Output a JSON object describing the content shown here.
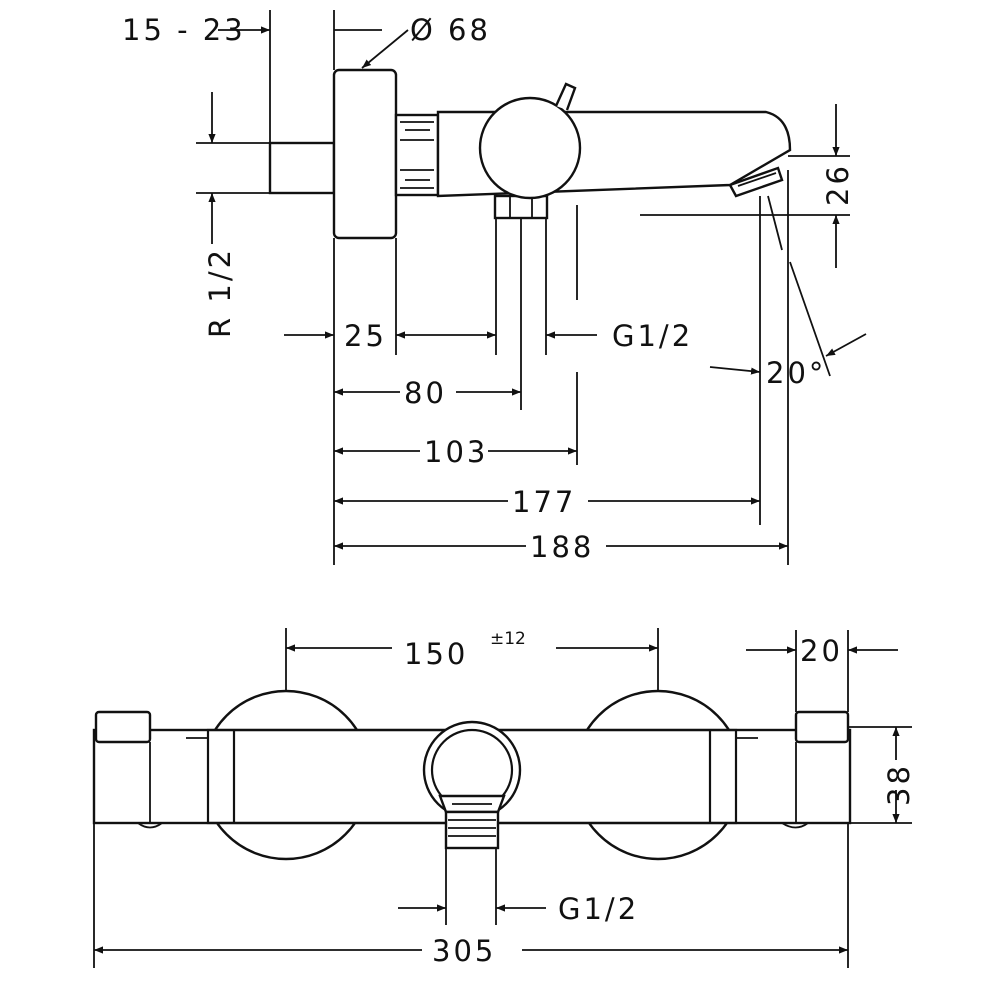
{
  "side_view": {
    "dims": {
      "pipe_offset": "15 - 23",
      "rosette_diameter": "Ø 68",
      "connection_thread": "R 1/2",
      "spout_height": "26",
      "rosette_depth": "25",
      "outlet_thread": "G1/2",
      "angle": "20°",
      "to_outlet": "80",
      "to_handle": "103",
      "to_spout_end": "177",
      "total_depth": "188"
    }
  },
  "front_view": {
    "dims": {
      "centers": "150",
      "centers_tolerance": "±12",
      "cap_width": "20",
      "body_height": "38",
      "outlet_thread": "G1/2",
      "total_width": "305"
    }
  }
}
